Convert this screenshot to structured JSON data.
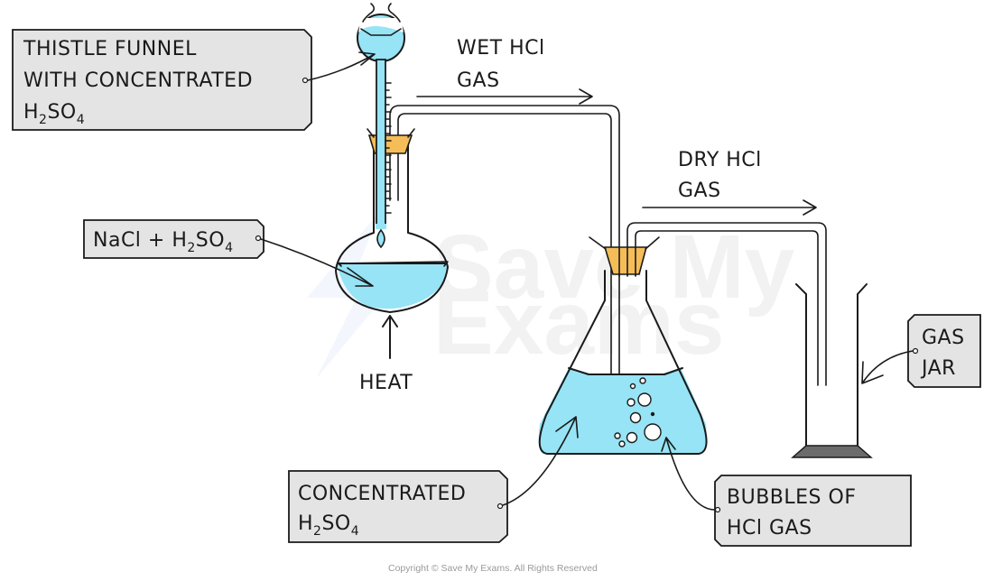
{
  "title": "Preparation of dry HCl gas",
  "colors": {
    "liquid": "#96e4f5",
    "stopper": "#f5bd58",
    "label_fill": "#e4e4e4",
    "ink": "#1a1a1a",
    "jar_base": "#6b6b6b"
  },
  "labels": {
    "thistle_funnel": {
      "line1": "THISTLE FUNNEL",
      "line2": "WITH CONCENTRATED",
      "line3_main": "H",
      "line3_sub1": "2",
      "line3_mid": "SO",
      "line3_sub2": "4"
    },
    "reactants": {
      "main1": "NaCl + H",
      "sub1": "2",
      "main2": "SO",
      "sub2": "4"
    },
    "heat": "HEAT",
    "wet_gas": {
      "line1": "WET HCl",
      "line2": "GAS"
    },
    "dry_gas": {
      "line1": "DRY HCl",
      "line2": "GAS"
    },
    "gas_jar": {
      "line1": "GAS",
      "line2": "JAR"
    },
    "conc_acid": {
      "line1": "CONCENTRATED",
      "line2_main": "H",
      "line2_sub1": "2",
      "line2_mid": "SO",
      "line2_sub2": "4"
    },
    "bubbles": {
      "line1": "BUBBLES OF",
      "line2": "HCl GAS"
    }
  },
  "watermark": {
    "line1": "Save My",
    "line2": "Exams"
  },
  "copyright": "Copyright © Save My Exams. All Rights Reserved"
}
